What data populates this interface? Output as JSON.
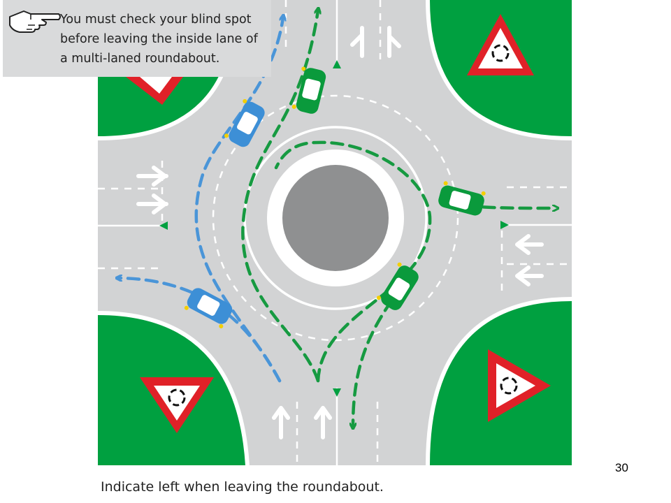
{
  "slide": {
    "tip_lines": [
      "You must check your blind spot",
      "before leaving the inside lane of",
      "a multi-laned roundabout."
    ],
    "caption": "Indicate left when leaving the roundabout.",
    "page_number": "30"
  },
  "colors": {
    "grass": "#00a040",
    "road": "#d2d3d4",
    "island": "#8f9091",
    "lane_marking": "#ffffff",
    "blue_car": "#3d8fd6",
    "blue_path": "#4a95d8",
    "green_car": "#0a9a3c",
    "green_path": "#169a41",
    "sign_red": "#e02128",
    "indicator": "#f3cf00"
  },
  "icons": {
    "tip": "pointing-hand-icon",
    "sign": "roundabout-give-way-sign-icon"
  }
}
